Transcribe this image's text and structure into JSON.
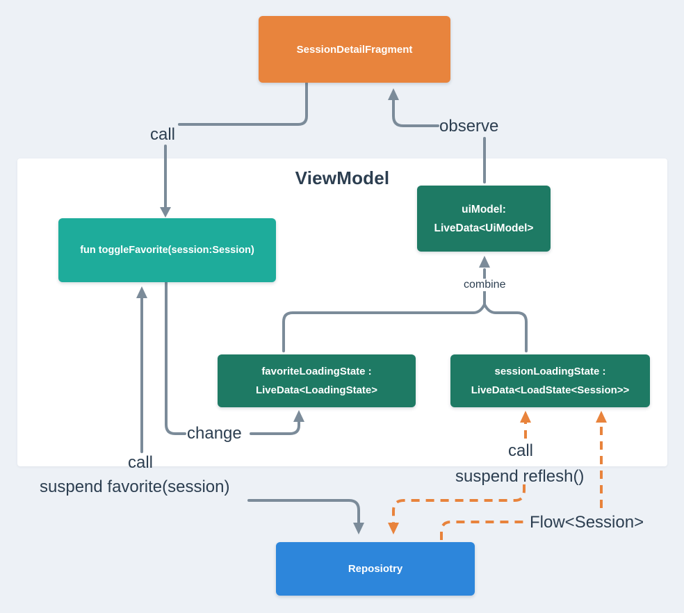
{
  "diagram": {
    "colors": {
      "background": "#EDF1F6",
      "panel": "#FFFFFF",
      "arrow_gray": "#7B8B99",
      "arrow_orange": "#E8833C",
      "label_text": "#2C3E50"
    },
    "container": {
      "title": "ViewModel"
    },
    "nodes": {
      "fragment": {
        "label": "SessionDetailFragment",
        "color": "#E8843D"
      },
      "toggle_favorite": {
        "label": "fun toggleFavorite(session:Session)",
        "color": "#1EAC9B"
      },
      "ui_model": {
        "line1": "uiModel:",
        "line2": "LiveData<UiModel>",
        "color": "#1E7A64"
      },
      "favorite_loading": {
        "line1": "favoriteLoadingState :",
        "line2": "LiveData<LoadingState>",
        "color": "#1E7A64"
      },
      "session_loading": {
        "line1": "sessionLoadingState :",
        "line2": "LiveData<LoadState<Session>>",
        "color": "#1E7A64"
      },
      "repository": {
        "label": "Reposiotry",
        "color": "#2D86DB"
      }
    },
    "edge_labels": {
      "call_top": "call",
      "observe": "observe",
      "combine": "combine",
      "change": "change",
      "call_left": "call",
      "suspend_favorite": "suspend favorite(session)",
      "call_repo": "call",
      "suspend_reflesh": "suspend reflesh()",
      "flow_session": "Flow<Session>"
    }
  }
}
